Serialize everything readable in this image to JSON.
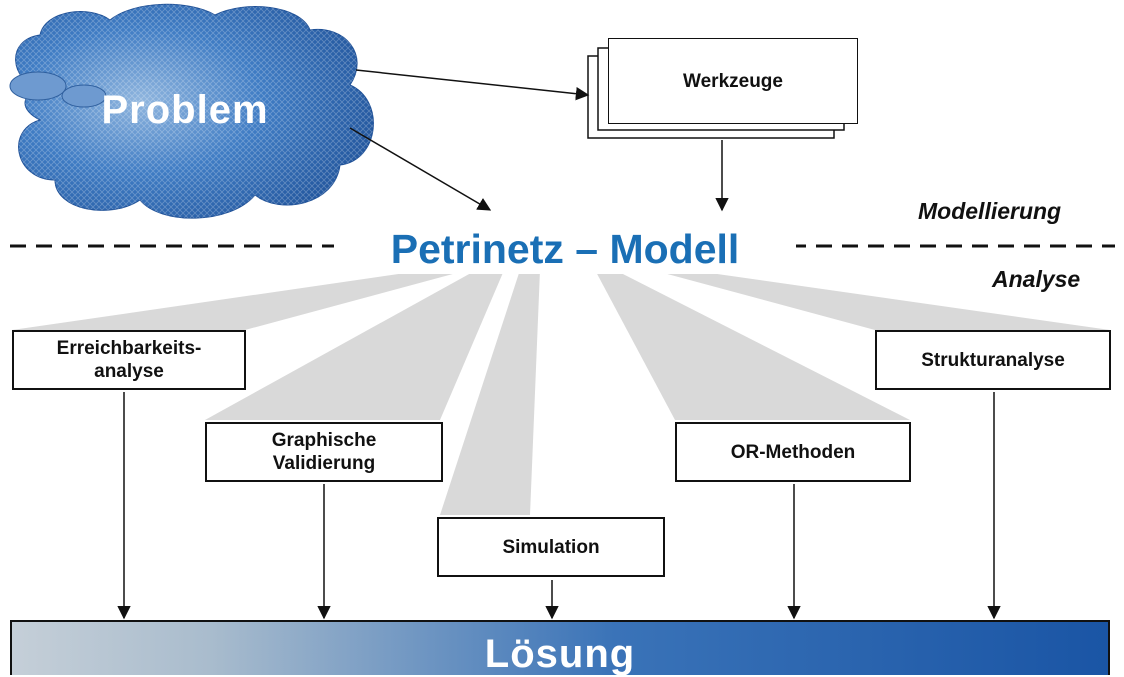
{
  "problem": {
    "label": "Problem"
  },
  "tools": {
    "label": "Werkzeuge"
  },
  "modeling_label": "Modellierung",
  "analysis_label": "Analyse",
  "model": {
    "title": "Petrinetz – Modell"
  },
  "methods": {
    "reachability": "Erreichbarkeits-\nanalyse",
    "graphical": "Graphische\nValidierung",
    "simulation": "Simulation",
    "or_methods": "OR-Methoden",
    "structure": "Strukturanalyse"
  },
  "solution": {
    "label": "Lösung"
  },
  "colors": {
    "accent": "#1a6fb5",
    "fan": "#d9d9d9",
    "cloud": "#2f6db5"
  }
}
